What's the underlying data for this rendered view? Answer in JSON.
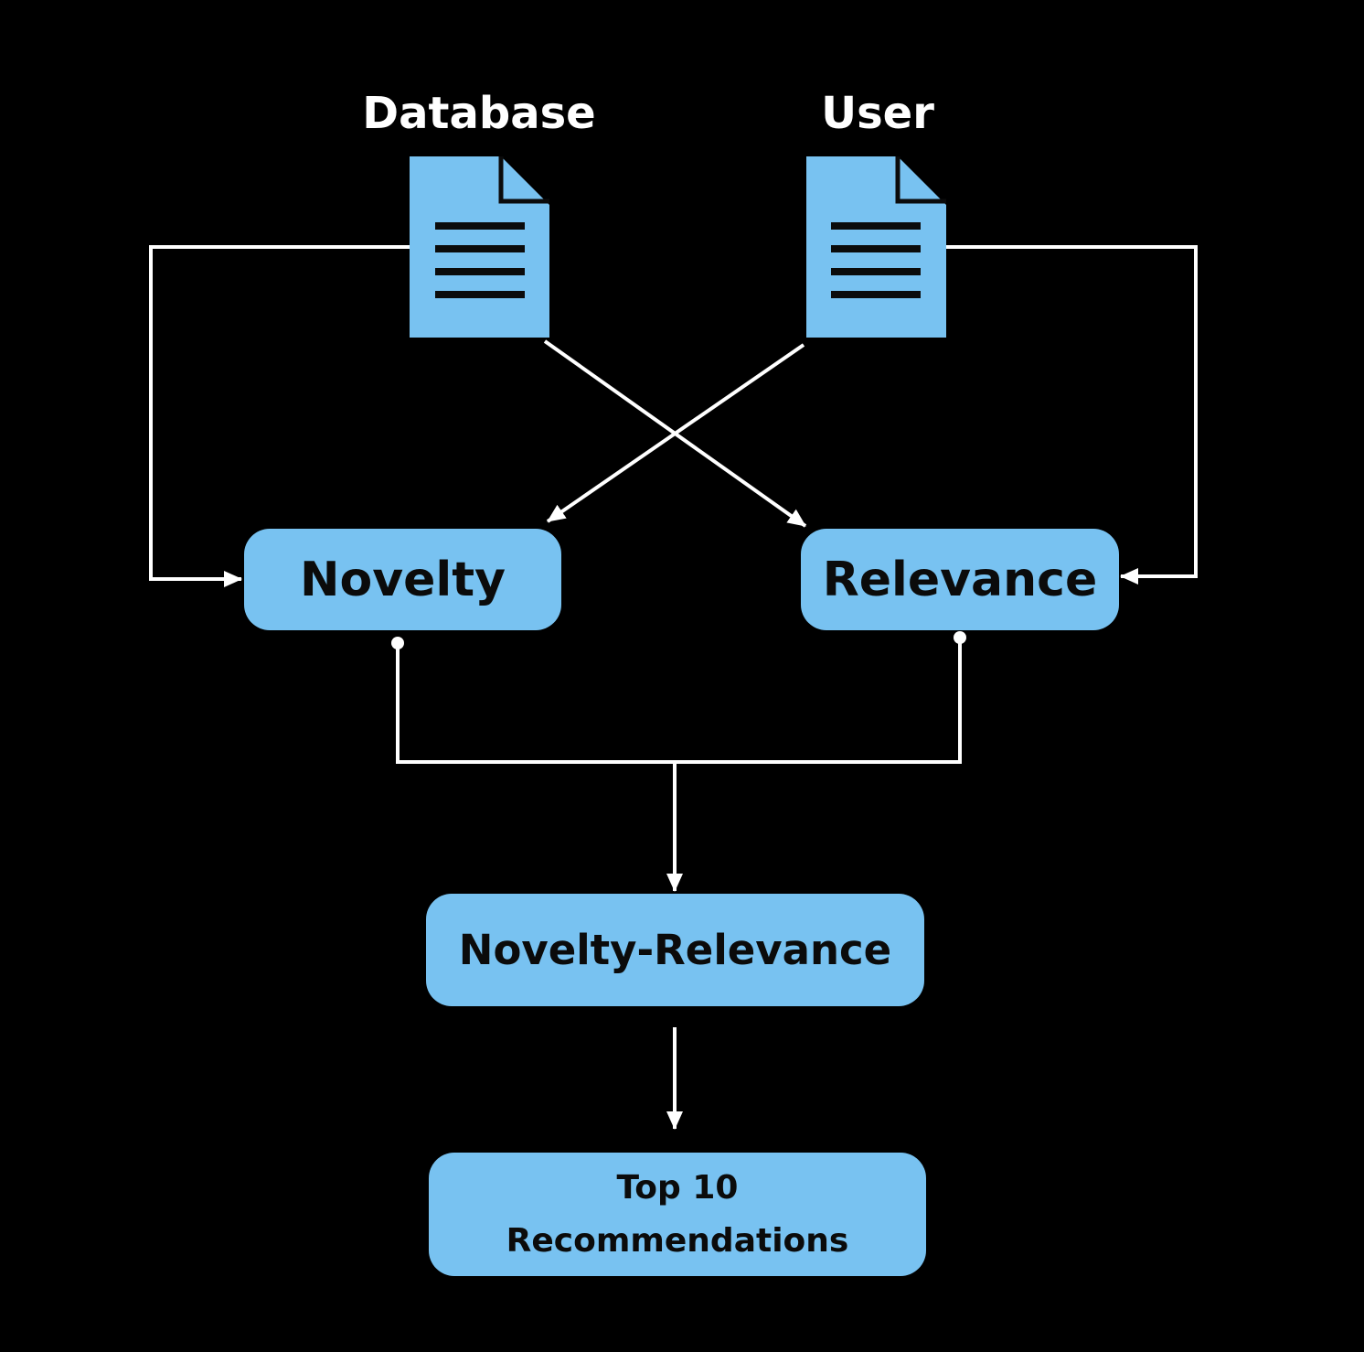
{
  "colors": {
    "background": "#000000",
    "node_fill": "#78c2f1",
    "node_text": "#0b0b0b",
    "connector": "#ffffff",
    "doc_fill": "#78c2f1",
    "doc_lines": "#0b0b0b"
  },
  "sources": {
    "database": {
      "label": "Database",
      "icon": "document-icon"
    },
    "user": {
      "label": "User",
      "icon": "document-icon"
    }
  },
  "nodes": {
    "novelty": {
      "label": "Novelty"
    },
    "relevance": {
      "label": "Relevance"
    },
    "combined": {
      "label": "Novelty-Relevance"
    },
    "output": {
      "line1": "Top 10",
      "line2": "Recommendations"
    }
  }
}
